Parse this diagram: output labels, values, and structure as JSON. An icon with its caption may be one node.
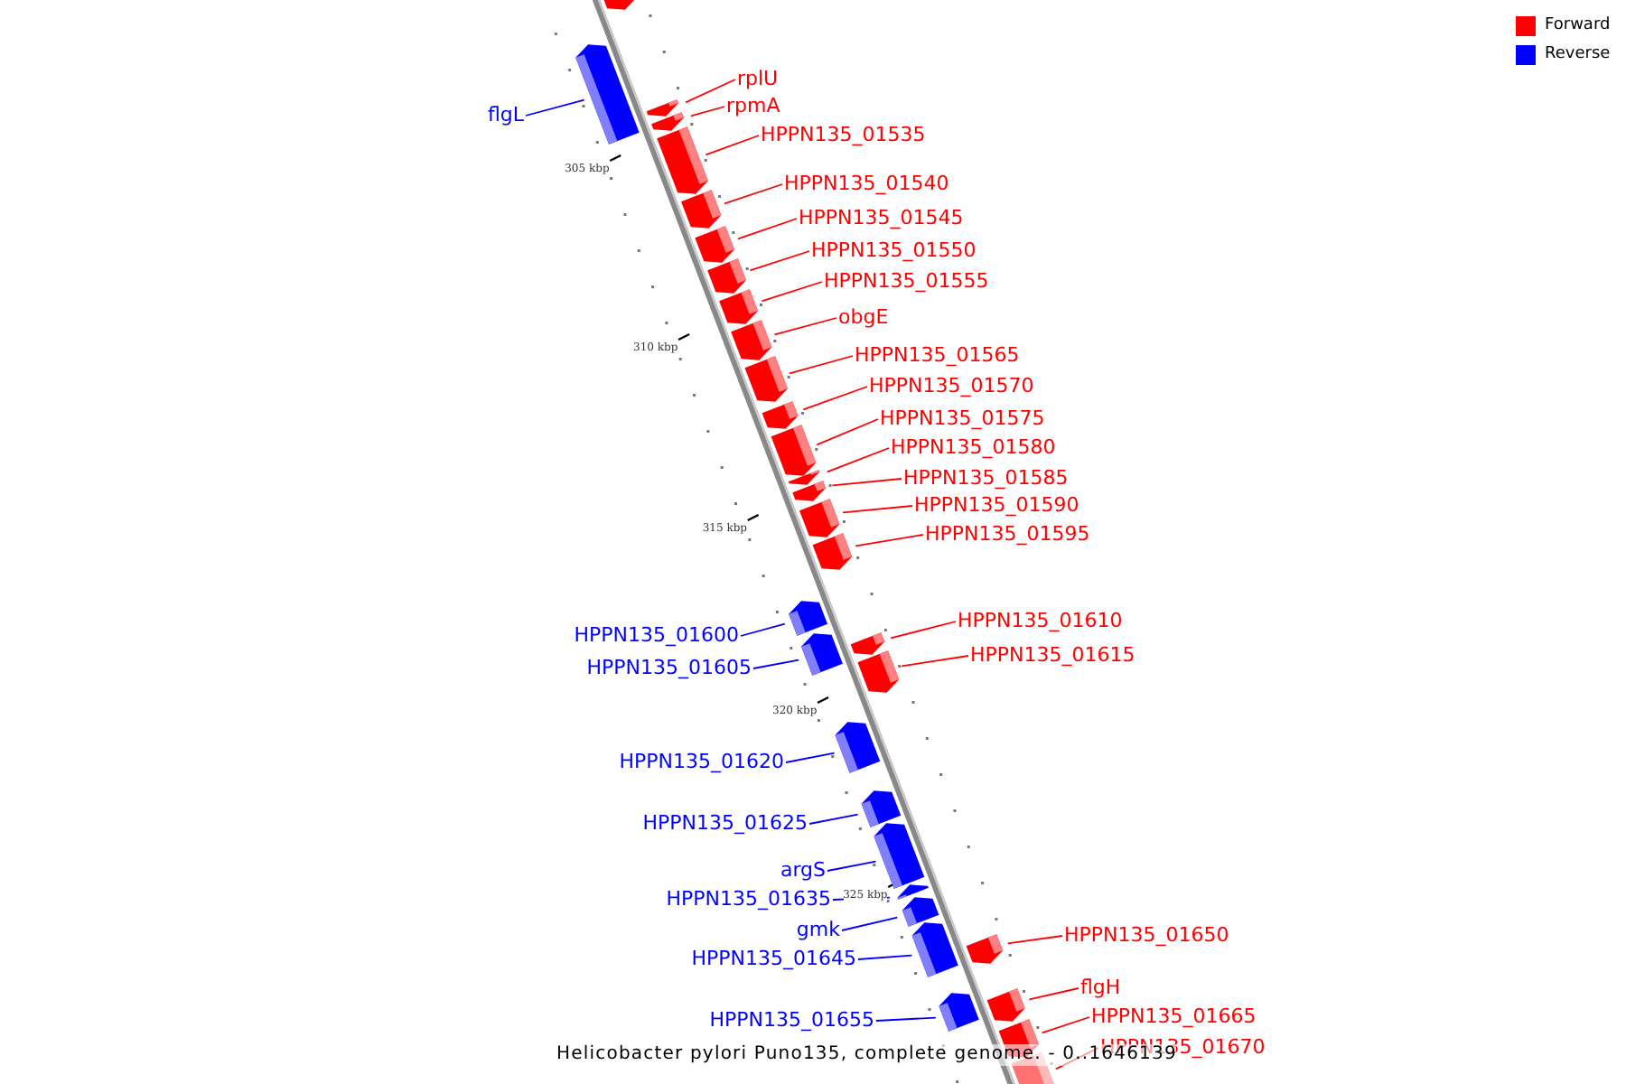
{
  "diagram": {
    "caption": "Helicobacter pylori Puno135, complete genome. - 0..1646139",
    "nodes": [
      {
        "text": [],
        "shape": "bar"
      },
      {
        "text": [
          "flgL"
        ]
      },
      {
        "text": [],
        "shape": "bar"
      },
      {
        "text": [
          "rplU"
        ]
      },
      {
        "text": [],
        "shape": "bar"
      },
      {
        "text": [
          "rpmA"
        ]
      },
      {
        "text": [],
        "shape": "bar"
      },
      {
        "text": [
          "HPPN135_01535"
        ]
      },
      {
        "text": [],
        "shape": "bar"
      },
      {
        "text": [
          "HPPN135_01540"
        ]
      },
      {
        "text": [],
        "shape": "bar"
      },
      {
        "text": [
          "HPPN135_01545"
        ]
      },
      {
        "text": [],
        "shape": "bar"
      },
      {
        "text": [
          "HPPN135_01550"
        ]
      },
      {
        "text": [],
        "shape": "bar"
      },
      {
        "text": [
          "HPPN135_01555"
        ]
      },
      {
        "text": [],
        "shape": "bar"
      },
      {
        "text": [
          "obgE"
        ]
      },
      {
        "text": [],
        "shape": "bar"
      },
      {
        "text": [
          "HPPN135_01565"
        ]
      },
      {
        "text": [],
        "shape": "bar"
      },
      {
        "text": [
          "HPPN135_01570"
        ]
      },
      {
        "text": [],
        "shape": "bar"
      },
      {
        "text": [
          "HPPN135_01575"
        ]
      },
      {
        "text": [],
        "shape": "bar"
      },
      {
        "text": [
          "HPPN135_01580"
        ]
      },
      {
        "text": [],
        "shape": "bar"
      },
      {
        "text": [
          "HPPN135_01585"
        ]
      },
      {
        "text": [],
        "shape": "bar"
      },
      {
        "text": [
          "HPPN135_01590"
        ]
      },
      {
        "text": [],
        "shape": "bar"
      },
      {
        "text": [
          "HPPN135_01595"
        ]
      },
      {
        "text": [],
        "shape": "bar"
      },
      {
        "text": [
          "HPPN135_01600"
        ]
      },
      {
        "text": [],
        "shape": "bar"
      },
      {
        "text": [
          "HPPN135_01605"
        ]
      },
      {
        "text": [],
        "shape": "bar"
      },
      {
        "text": [
          "HPPN135_01610"
        ]
      },
      {
        "text": [],
        "shape": "bar"
      },
      {
        "text": [
          "HPPN135_01615"
        ]
      },
      {
        "text": [],
        "shape": "bar"
      },
      {
        "text": [
          "HPPN135_01620"
        ]
      },
      {
        "text": [],
        "shape": "bar"
      },
      {
        "text": [
          "HPPN135_01625"
        ]
      },
      {
        "text": [],
        "shape": "bar"
      },
      {
        "text": [
          "argS"
        ]
      },
      {
        "text": [],
        "shape": "bar"
      },
      {
        "text": [
          "HPPN135_01635"
        ]
      },
      {
        "text": [],
        "shape": "bar"
      },
      {
        "text": [
          "gmk"
        ]
      },
      {
        "text": [],
        "shape": "bar"
      },
      {
        "text": [
          "HPPN135_01645"
        ]
      },
      {
        "text": [],
        "shape": "bar"
      },
      {
        "text": [
          "HPPN135_01650"
        ]
      },
      {
        "text": [],
        "shape": "bar"
      },
      {
        "text": [
          "flgH"
        ]
      },
      {
        "text": [],
        "shape": "bar"
      },
      {
        "text": [
          "HPPN135_01655"
        ]
      },
      {
        "text": [],
        "shape": "bar"
      },
      {
        "text": [
          "HPPN135_01665"
        ]
      },
      {
        "text": [],
        "shape": "bar"
      },
      {
        "text": [
          "HPPN135_01670"
        ]
      },
      {
        "text": [],
        "shape": "bar"
      }
    ],
    "edges": [
      {
        "from": 1,
        "to": 2,
        "arrow": "none",
        "color": "#0000ff"
      },
      {
        "from": 3,
        "to": 4,
        "arrow": "none"
      },
      {
        "from": 5,
        "to": 6,
        "arrow": "none"
      },
      {
        "from": 7,
        "to": 8,
        "arrow": "none"
      },
      {
        "from": 9,
        "to": 10,
        "arrow": "none"
      },
      {
        "from": 11,
        "to": 12,
        "arrow": "none"
      },
      {
        "from": 13,
        "to": 14,
        "arrow": "none"
      },
      {
        "from": 15,
        "to": 16,
        "arrow": "none"
      },
      {
        "from": 17,
        "to": 18,
        "arrow": "none"
      },
      {
        "from": 19,
        "to": 20,
        "arrow": "none"
      },
      {
        "from": 21,
        "to": 22,
        "arrow": "none"
      },
      {
        "from": 23,
        "to": 24,
        "arrow": "none"
      },
      {
        "from": 25,
        "to": 26,
        "arrow": "none"
      },
      {
        "from": 27,
        "to": 28,
        "arrow": "none"
      },
      {
        "from": 29,
        "to": 30,
        "arrow": "none"
      },
      {
        "from": 31,
        "to": 32,
        "arrow": "none"
      },
      {
        "from": 33,
        "to": 34,
        "arrow": "none",
        "color": "#0000ff"
      },
      {
        "from": 35,
        "to": 36,
        "arrow": "none",
        "color": "#0000ff"
      },
      {
        "from": 37,
        "to": 38,
        "arrow": "none"
      },
      {
        "from": 39,
        "to": 40,
        "arrow": "none"
      },
      {
        "from": 41,
        "to": 42,
        "arrow": "none",
        "color": "#0000ff"
      },
      {
        "from": 43,
        "to": 44,
        "arrow": "none",
        "color": "#0000ff"
      },
      {
        "from": 45,
        "to": 46,
        "arrow": "none",
        "color": "#0000ff"
      },
      {
        "from": 47,
        "to": 48,
        "arrow": "none",
        "color": "#0000ff"
      },
      {
        "from": 49,
        "to": 50,
        "arrow": "none",
        "color": "#0000ff"
      },
      {
        "from": 51,
        "to": 52,
        "arrow": "none",
        "color": "#0000ff"
      },
      {
        "from": 53,
        "to": 54,
        "arrow": "none"
      },
      {
        "from": 55,
        "to": 56,
        "arrow": "none"
      },
      {
        "from": 57,
        "to": 58,
        "arrow": "none",
        "color": "#0000ff"
      },
      {
        "from": 59,
        "to": 60,
        "arrow": "none"
      },
      {
        "from": 61,
        "to": 62,
        "arrow": "none"
      }
    ],
    "labels": [
      "305 kbp",
      "310 kbp",
      "315 kbp",
      "320 kbp",
      "325 kbp"
    ],
    "legend": [
      {
        "text": "Forward",
        "color": "#ff0000"
      },
      {
        "text": "Reverse",
        "color": "#0000ff"
      }
    ]
  }
}
